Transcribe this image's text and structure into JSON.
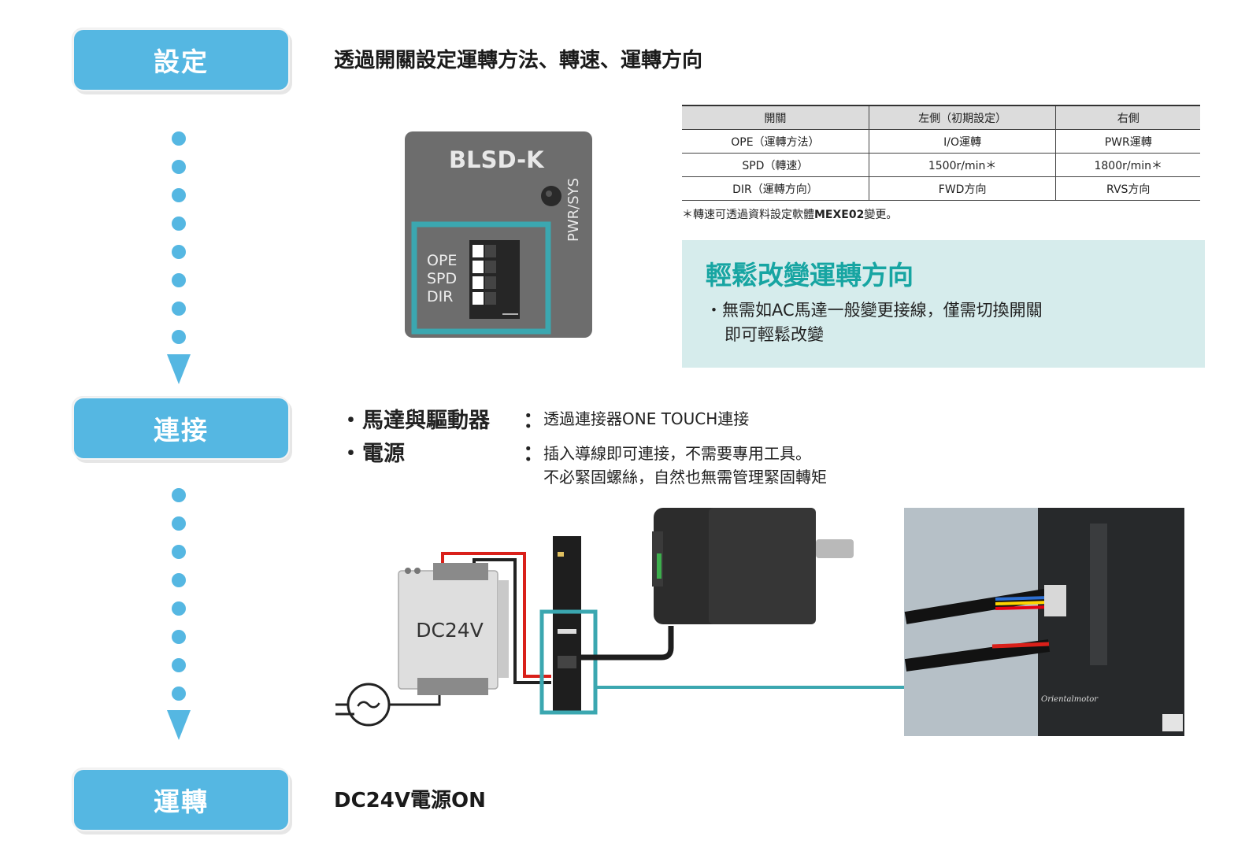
{
  "steps": [
    {
      "label": "設定",
      "heading": "透過開關設定運轉方法、轉速、運轉方向"
    },
    {
      "label": "連接"
    },
    {
      "label": "運轉",
      "heading": "DC24V電源ON"
    }
  ],
  "device": {
    "model": "BLSD-K",
    "side_label": "PWR/SYS",
    "switches": [
      "OPE",
      "SPD",
      "DIR"
    ]
  },
  "switch_table": {
    "headers": [
      "開關",
      "左側（初期設定）",
      "右側"
    ],
    "rows": [
      [
        "OPE（運轉方法）",
        "I/O運轉",
        "PWR運轉"
      ],
      [
        "SPD（轉速）",
        "1500r/min＊",
        "1800r/min＊"
      ],
      [
        "DIR（運轉方向）",
        "FWD方向",
        "RVS方向"
      ]
    ],
    "note_prefix": "＊轉速可透過資料設定軟體",
    "note_bold": "MEXE02",
    "note_suffix": "變更。"
  },
  "callout": {
    "title": "輕鬆改變運轉方向",
    "bullet": "・",
    "line1": "無需如AC馬達一般變更接線，僅需切換開關",
    "line2": "即可輕鬆改變"
  },
  "connection": {
    "bullet": "・",
    "colon": "：",
    "item1_label": "馬達與驅動器",
    "item1_text": "透過連接器ONE TOUCH連接",
    "item2_label": "電源",
    "item2_line1": "插入導線即可連接，不需要專用工具。",
    "item2_line2": "不必緊固螺絲，自然也無需管理緊固轉矩"
  },
  "wiring": {
    "psu_label": "DC24V",
    "ac_symbol": "〜",
    "brand": "Orientalmotor"
  },
  "colors": {
    "step_blue": "#55b7e2",
    "highlight_teal": "#3ba7b0",
    "callout_bg": "#d6ecec",
    "callout_title": "#17a5a2",
    "wire_red": "#d9201a"
  }
}
